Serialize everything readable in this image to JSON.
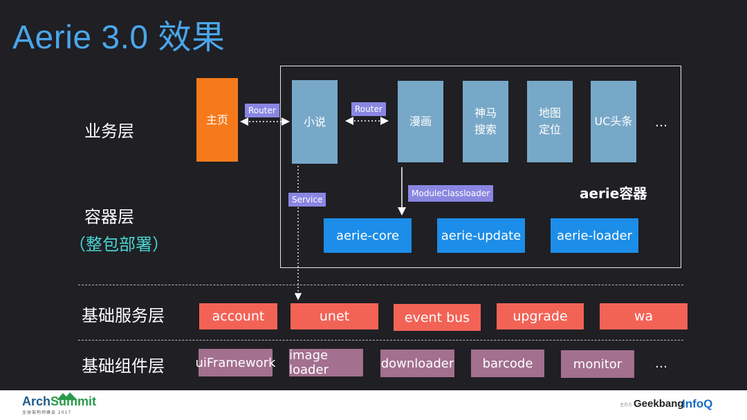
{
  "title": "Aerie 3.0 效果",
  "layers": {
    "business": "业务层",
    "container": "容器层",
    "container_sub": "（整包部署）",
    "base_service": "基础服务层",
    "base_component": "基础组件层"
  },
  "business": {
    "home": "主页",
    "novel": "小说",
    "comic": "漫画",
    "shenma_line1": "神马",
    "shenma_line2": "搜索",
    "map_line1": "地图",
    "map_line2": "定位",
    "uc_news": "UC头条",
    "more": "…"
  },
  "tags": {
    "router1": "Router",
    "router2": "Router",
    "service": "Service",
    "module_classloader": "ModuleClassloader"
  },
  "container": {
    "label": "aerie容器",
    "core": "aerie-core",
    "update": "aerie-update",
    "loader": "aerie-loader"
  },
  "services": [
    "account",
    "unet",
    "event bus",
    "upgrade",
    "wa"
  ],
  "components": [
    "uiFramework",
    "image loader",
    "downloader",
    "barcode",
    "monitor"
  ],
  "components_more": "…",
  "footer": {
    "arch_a": "Arch",
    "arch_b": "Summit",
    "arch_sub": "全球架构师峰会 2017",
    "geek_pre": "主办方",
    "geekbang": "Geekbang",
    "infoq": "InfoQ"
  },
  "colors": {
    "title": "#4aa6ea",
    "home": "#f67a1b",
    "business": "#78a8c8",
    "core": "#1c8de8",
    "service": "#f26356",
    "component": "#a3708f",
    "tag": "#8a86e2"
  }
}
